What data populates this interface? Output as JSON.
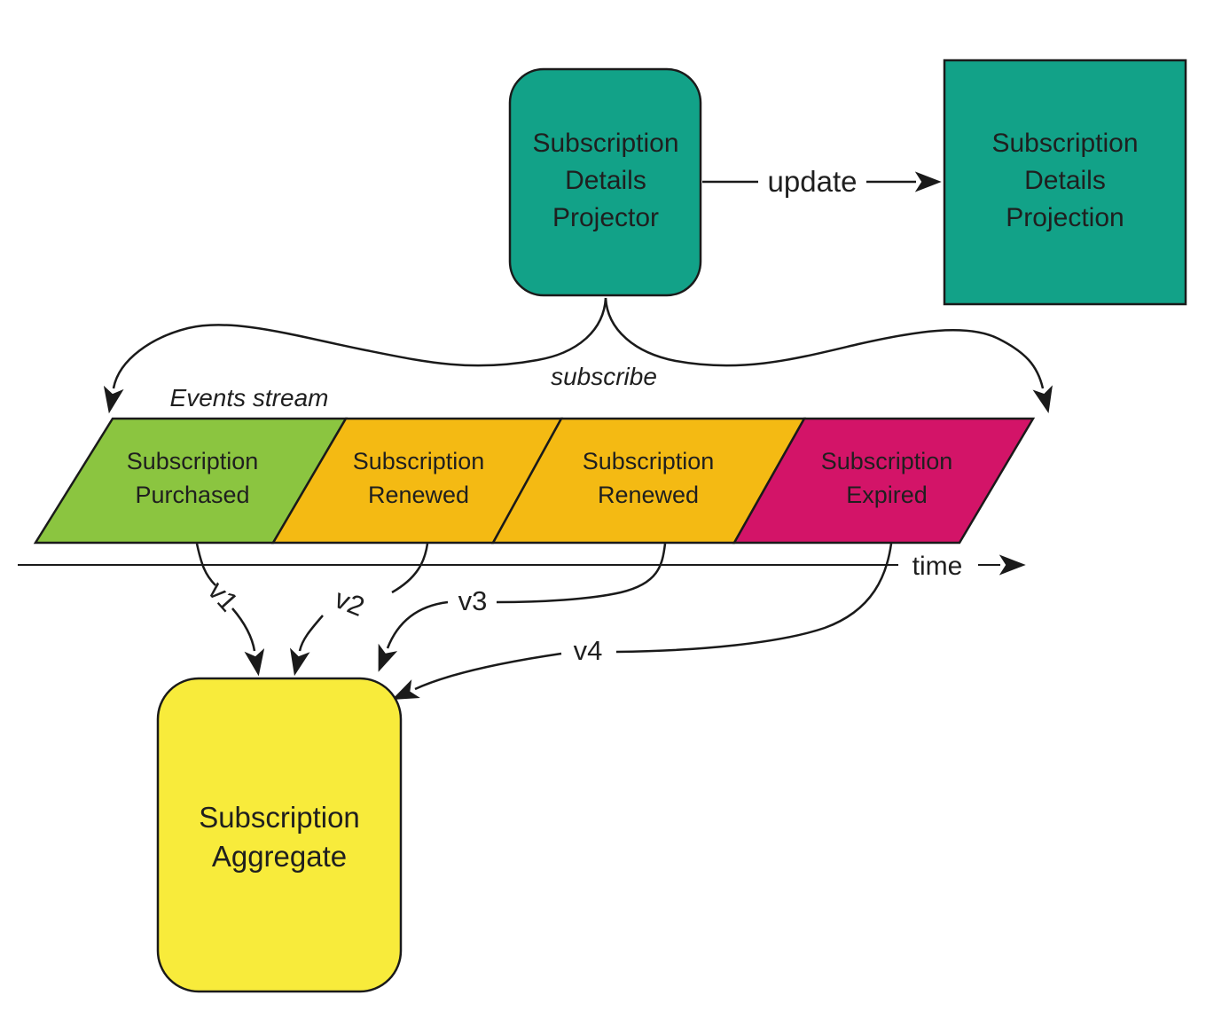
{
  "colors": {
    "teal": "#12A288",
    "green": "#8BC540",
    "gold": "#F4BA13",
    "magenta": "#D31468",
    "yellow": "#F8EB3B",
    "line": "#1a1a1a"
  },
  "nodes": {
    "projector": {
      "lines": [
        "Subscription",
        "Details",
        "Projector"
      ],
      "fill": "#12A288"
    },
    "projection": {
      "lines": [
        "Subscription",
        "Details",
        "Projection"
      ],
      "fill": "#12A288"
    },
    "aggregate": {
      "lines": [
        "Subscription",
        "Aggregate"
      ],
      "fill": "#F8EB3B"
    }
  },
  "events_stream": {
    "label": "Events stream",
    "events": [
      {
        "lines": [
          "Subscription",
          "Purchased"
        ],
        "fill": "#8BC540"
      },
      {
        "lines": [
          "Subscription",
          "Renewed"
        ],
        "fill": "#F4BA13"
      },
      {
        "lines": [
          "Subscription",
          "Renewed"
        ],
        "fill": "#F4BA13"
      },
      {
        "lines": [
          "Subscription",
          "Expired"
        ],
        "fill": "#D31468"
      }
    ]
  },
  "arrows": {
    "update_label": "update",
    "subscribe_label": "subscribe",
    "time_label": "time",
    "versions": [
      "v1",
      "v2",
      "v3",
      "v4"
    ]
  }
}
